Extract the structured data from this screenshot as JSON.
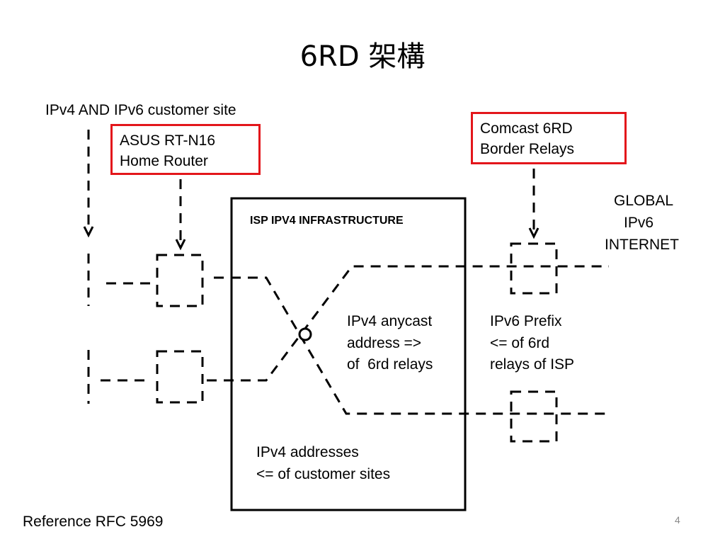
{
  "slide": {
    "title": "6RD 架構",
    "page_number": "4",
    "footer_reference": "Reference RFC 5969"
  },
  "labels": {
    "customer_site": "IPv4 AND IPv6 customer site",
    "home_router": [
      "ASUS RT-N16",
      "Home Router"
    ],
    "border_relays": [
      "Comcast 6RD",
      "Border Relays"
    ],
    "global_internet": [
      "GLOBAL",
      "IPv6",
      "INTERNET"
    ],
    "isp_infrastructure": "ISP IPV4 INFRASTRUCTURE",
    "anycast": [
      "IPv4 anycast",
      "address =>",
      "of  6rd relays"
    ],
    "ipv6_prefix": [
      "IPv6 Prefix",
      "<= of 6rd",
      "relays of ISP"
    ],
    "ipv4_addresses": [
      "IPv4 addresses",
      "<= of customer sites"
    ]
  },
  "colors": {
    "highlight_border": "#e3161b",
    "line": "#000000",
    "page_number": "#8a8a8a"
  }
}
